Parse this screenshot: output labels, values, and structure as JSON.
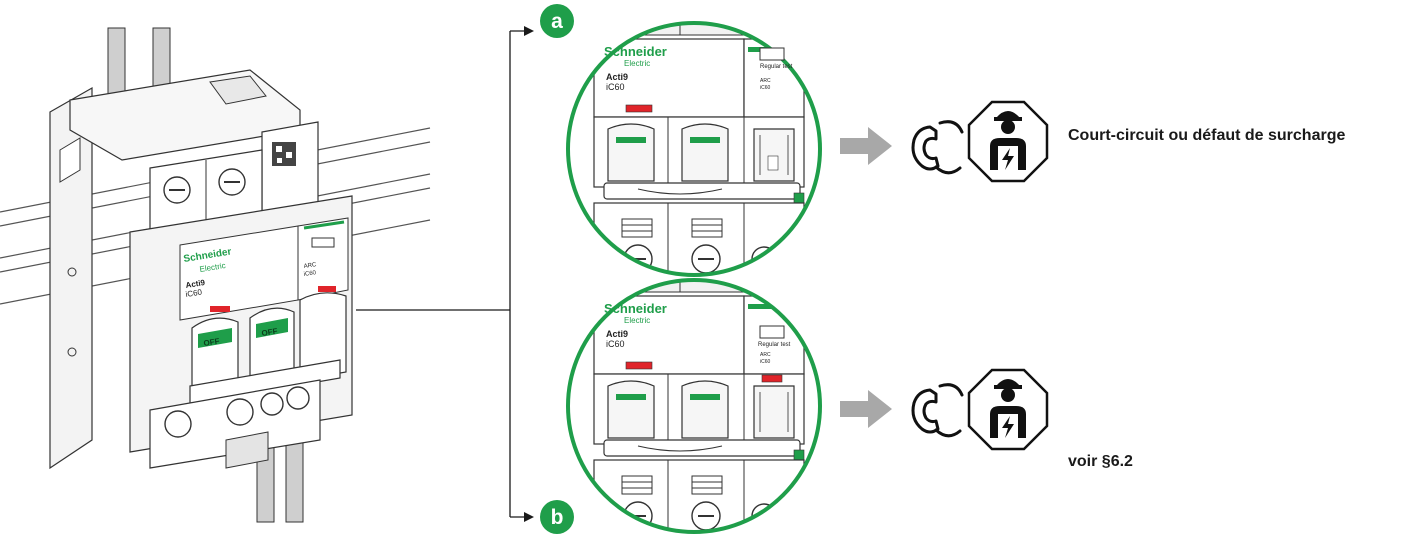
{
  "breaker": {
    "brand_line1": "Schneider",
    "brand_line2": "Electric",
    "series": "Acti9",
    "model": "iC60",
    "arc_label": "ARC",
    "arc_model": "iC60",
    "regular_test_label": "Regular test",
    "handle_label": "OFF"
  },
  "scenarios": [
    {
      "badge": "a",
      "caption": "Court-circuit ou défaut de surcharge",
      "icons": [
        "phone-icon",
        "electrician-icon"
      ]
    },
    {
      "badge": "b",
      "caption": "voir §6.2",
      "icons": [
        "phone-icon",
        "electrician-icon"
      ]
    }
  ],
  "colors": {
    "accent_green": "#1f9e4a",
    "indicator_red": "#e0242a",
    "arrow_gray": "#a8a8a8",
    "line": "#1a1a1a"
  }
}
